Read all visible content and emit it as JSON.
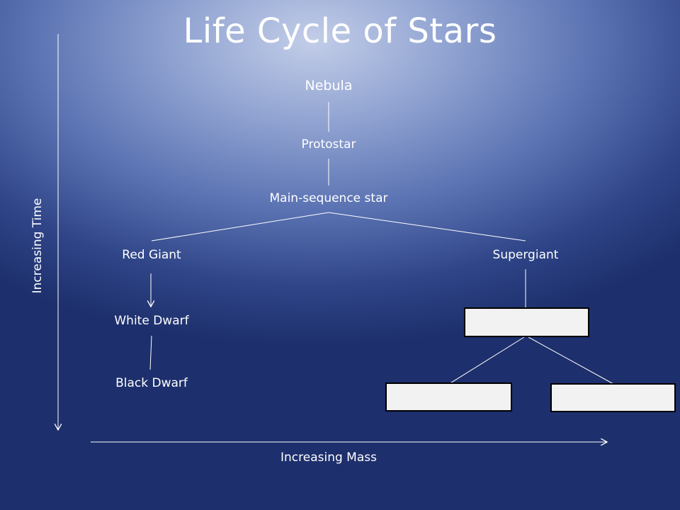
{
  "title": "Life Cycle of Stars",
  "nodes": {
    "nebula": "Nebula",
    "protostar": "Protostar",
    "main_sequence": "Main-sequence star",
    "red_giant": "Red Giant",
    "supergiant": "Supergiant",
    "white_dwarf": "White Dwarf",
    "black_dwarf": "Black Dwarf"
  },
  "axes": {
    "y_label": "Increasing Time",
    "x_label": "Increasing Mass"
  },
  "colors": {
    "line": "#ffffff",
    "text": "#ffffff",
    "box_fill": "#f2f2f2",
    "box_border": "#000000"
  }
}
